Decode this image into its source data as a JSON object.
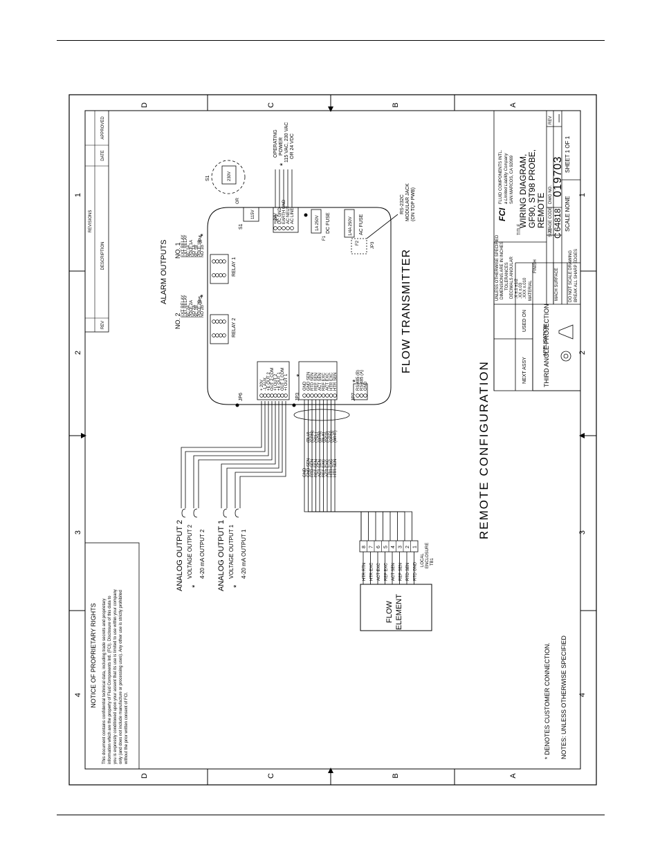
{
  "border": {
    "zones_left": [
      "D",
      "C",
      "B",
      "A"
    ],
    "zones_bottom": [
      "4",
      "3",
      "2",
      "1"
    ]
  },
  "revisions": {
    "title": "REVISIONS",
    "cols": [
      "REV",
      "DESCRIPTION",
      "DATE",
      "APPROVED"
    ]
  },
  "proprietary": {
    "title": "NOTICE OF PROPRIETARY RIGHTS",
    "lines": [
      "This document contains confidential technical data, including trade secrets and proprietary",
      "information which are the property of Fluid Components Intl. (FCI). Disclosure of this data to",
      "you is expressly conditioned upon your assent that its use is limited to use within your company",
      "only (and does not include manufacture or processing uses). Any other use is strictly prohibited",
      "without the prior written consent of FCI."
    ]
  },
  "notes": {
    "header": "NOTES: UNLESS OTHERWISE SPECIFIED",
    "line1": "* DENOTES CUSTOMER CONNECTION."
  },
  "analog": {
    "out2_title": "ANALOG OUTPUT 2",
    "out2_voltage": "VOLTAGE OUTPUT 2",
    "out2_current": "4-20 mA OUTPUT 2",
    "out1_title": "ANALOG OUTPUT 1",
    "out1_voltage": "VOLTAGE OUTPUT 1",
    "out1_current": "4-20 mA OUTPUT 1",
    "star": "*"
  },
  "alarm": {
    "title": "ALARM OUTPUTS",
    "no1": "NO. 1",
    "no2": "NO. 2",
    "relay1": "RELAY 1",
    "relay2": "RELAY 2",
    "jp4": "JP4",
    "jp5": "JP5",
    "jp4_pins": [
      "EXT RELAY",
      "EXT RELAY",
      "NC 1A",
      "POLE 1A",
      "NO 1A",
      "NC 1B",
      "POLE 1B",
      "NO 1B"
    ],
    "jp5_pins": [
      "EXT RELAY",
      "EXT RELAY",
      "NC 2A",
      "POLE 2A",
      "NO 2A",
      "NC 2B",
      "POLE 2B",
      "NO 2B"
    ]
  },
  "transmitter": {
    "title": "FLOW TRANSMITTER",
    "jp6": "JP6",
    "jp6_pins": [
      "+ 20V",
      "-1 AUX",
      "+E OUT 2",
      "OUT 2 COM",
      "+I OUT 2",
      "+E OUT 1",
      "OUT 1 COM",
      "+I OUT 1"
    ],
    "jp3": "JP3",
    "jp3_pins": [
      "GND",
      "GND SEN",
      "RTD SEN",
      "REF SEN",
      "ACT SEN",
      "REF EXC",
      "ACT EXC",
      "HTR EXC",
      "HTR SEN"
    ],
    "jp7": "JP7",
    "jp7_pins": [
      "RS-485 (B)",
      "RS-485 (A)",
      "GND"
    ],
    "jp1": "JP1",
    "jp1_pins": [
      "+ 24V",
      "DC GND",
      "EARTH GND",
      "AC NEUT",
      "AC LINE"
    ],
    "f1": "F1",
    "f1_rating": "1A 250V",
    "f1_label": "DC FUSE",
    "f2": "F2",
    "f2_rating": "1/4A 250V",
    "f2_label": "AC FUSE",
    "s1": "S1",
    "s1_value": "115V",
    "jp3_jack": "JP3",
    "rs232": "RS-232C",
    "rs232_2": "MODULAR JACK",
    "rs232_3": "(ON TOP PWB)"
  },
  "power": {
    "l1": "OPERATING",
    "l2": "POWER",
    "l3": "115 VAC, 230 VAC",
    "l4": "OR 24 VDC",
    "switch_label": "S1",
    "switch_value": "230V",
    "or": "OR"
  },
  "cable": {
    "labels": [
      "GND",
      "GND SEN",
      "RTD SEN",
      "REF SEN",
      "ACT SEN",
      "REF EXC",
      "ACT EXC",
      "HTR EXC",
      "HTR SEN"
    ],
    "colors": [
      "",
      "(BLU)",
      "(GRN)",
      "(YEL)",
      "(BRN)",
      "(BLK)",
      "(RED)",
      "(ORN)",
      "(WHT)"
    ]
  },
  "tb1": {
    "numbers": [
      "8",
      "7",
      "6",
      "5",
      "4",
      "3",
      "2",
      "1"
    ],
    "labels": [
      "HTR RTN",
      "HTR EXC",
      "ACT EXC",
      "REF EXC",
      "ACT SEN",
      "REF SEN",
      "RTD SEN",
      "RTD GND"
    ],
    "caption1": "LOCAL",
    "caption2": "ENCLOSURE",
    "caption3": "TB1"
  },
  "flow_element": {
    "l1": "FLOW",
    "l2": "ELEMENT"
  },
  "title_block": {
    "big_title": "REMOTE CONFIGURATION",
    "company": "FLUID COMPONENTS INTL.",
    "tagline": "a Limited Liability Company",
    "city": "SAN MARCOS, CA 92069",
    "logo": "FCI",
    "title_word": "TITLE",
    "title_l1": "WIRING DIAGRAM,",
    "title_l2": "GF90, ST98 PROBE,",
    "title_l3": "REMOTE",
    "size_hdr": "SIZE",
    "size": "C",
    "cage_hdr": "CAGE CODE",
    "cage": "64818",
    "dwg_hdr": "DWG NO.",
    "dwg": "019703",
    "rev_hdr": "REV",
    "rev": "—",
    "scale": "SCALE NONE",
    "sheet": "SHEET 1 OF 1",
    "next_assy": "NEXT ASSY",
    "used_on": "USED ON",
    "application": "APPLICATION",
    "projection": "THIRD ANGLE PROJECTION",
    "tol1": "UNLESS OTHERWISE SPECIFIED",
    "tol2": "DIMENSIONS ARE IN INCHES",
    "tol3": "TOLERANCES",
    "tol4": "DECIMALS   ANGULAR",
    "tol5": ".X  ±.1     ±1/2",
    "tol6": ".XX ±.03",
    "tol7": ".XXX ±.010",
    "material": "MATERIAL",
    "finish": "FINISH",
    "surface": "MACH SURFACE",
    "dnscale": "DO NOT SCALE DRAWING",
    "burrs": "BREAK ALL SHARP EDGES"
  }
}
